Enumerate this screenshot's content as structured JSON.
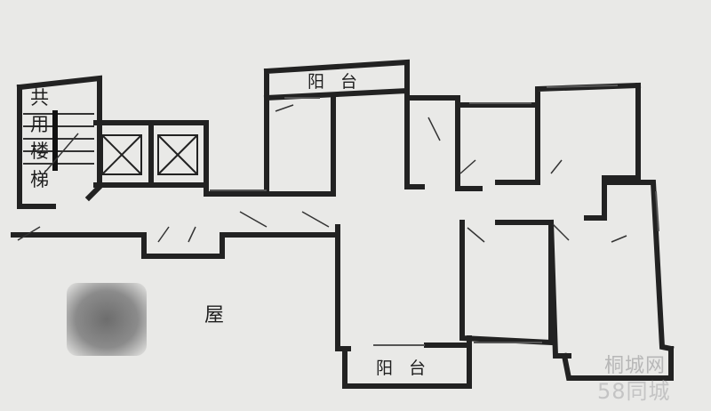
{
  "labels": {
    "stair_1": "共",
    "stair_2": "用",
    "stair_3": "楼",
    "stair_4": "梯",
    "balcony_top": "阳 台",
    "balcony_bottom": "阳 台",
    "house_partial": "屋"
  },
  "watermark": {
    "line1": "桐城网",
    "line2": "58同城"
  },
  "colors": {
    "background": "#e9e9e7",
    "wall": "#222222",
    "window": "#555555"
  }
}
